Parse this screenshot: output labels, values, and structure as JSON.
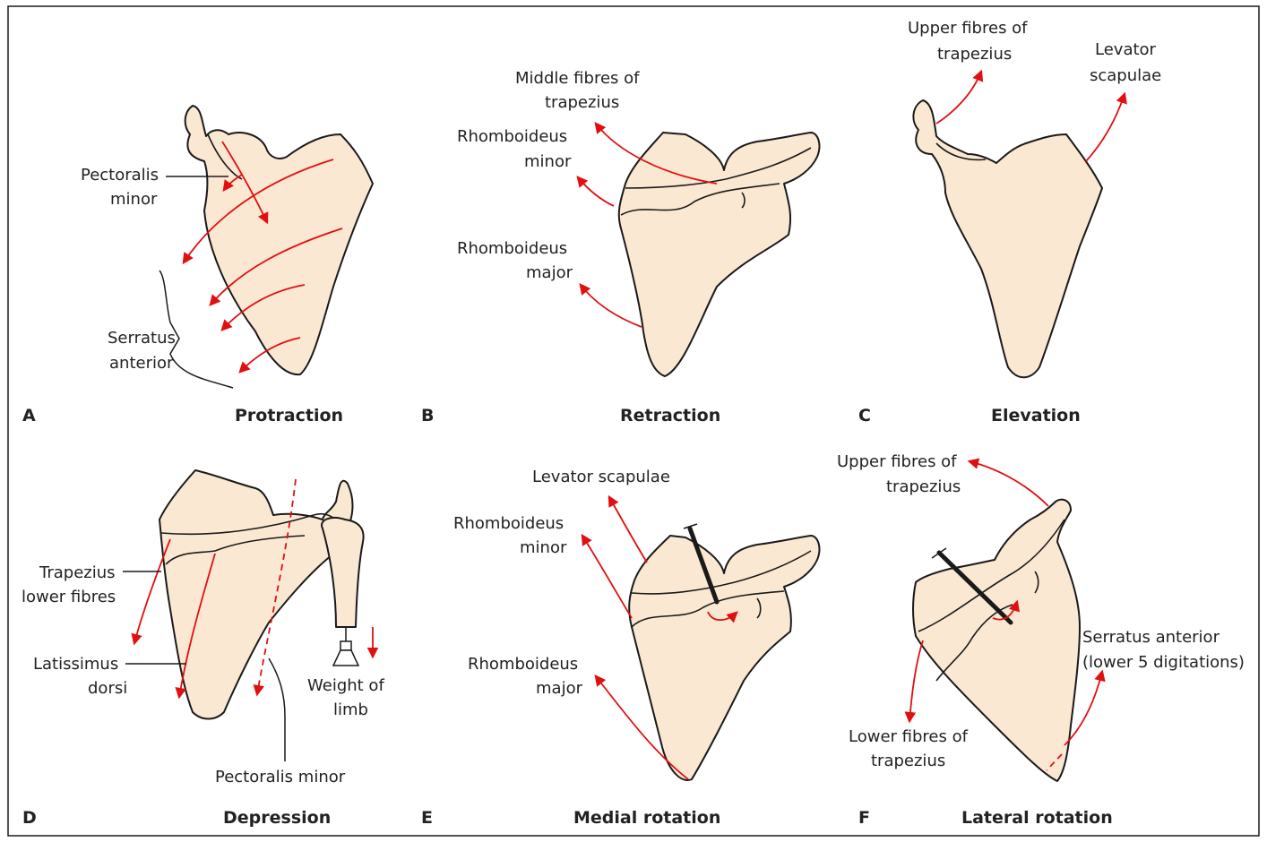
{
  "colors": {
    "bone": "#fbe8d3",
    "arrow": "#e01010",
    "frame": "#1a1a1a"
  },
  "panels": {
    "A": {
      "letter": "A",
      "caption": "Protraction",
      "labels": {
        "pectoralis_1": "Pectoralis",
        "pectoralis_2": "minor",
        "serratus_1": "Serratus",
        "serratus_2": "anterior"
      }
    },
    "B": {
      "letter": "B",
      "caption": "Retraction",
      "labels": {
        "trap_1": "Middle fibres of",
        "trap_2": "trapezius",
        "rmin_1": "Rhomboideus",
        "rmin_2": "minor",
        "rmaj_1": "Rhomboideus",
        "rmaj_2": "major"
      }
    },
    "C": {
      "letter": "C",
      "caption": "Elevation",
      "labels": {
        "trap_1": "Upper fibres of",
        "trap_2": "trapezius",
        "lev_1": "Levator",
        "lev_2": "scapulae"
      }
    },
    "D": {
      "letter": "D",
      "caption": "Depression",
      "labels": {
        "trap_1": "Trapezius",
        "trap_2": "lower fibres",
        "lat_1": "Latissimus",
        "lat_2": "dorsi",
        "weight_1": "Weight of",
        "weight_2": "limb",
        "pec": "Pectoralis minor"
      }
    },
    "E": {
      "letter": "E",
      "caption": "Medial rotation",
      "labels": {
        "lev": "Levator scapulae",
        "rmin_1": "Rhomboideus",
        "rmin_2": "minor",
        "rmaj_1": "Rhomboideus",
        "rmaj_2": "major"
      }
    },
    "F": {
      "letter": "F",
      "caption": "Lateral rotation",
      "labels": {
        "trap_up_1": "Upper fibres of",
        "trap_up_2": "trapezius",
        "serr_1": "Serratus anterior",
        "serr_2": "(lower 5 digitations)",
        "trap_low_1": "Lower fibres of",
        "trap_low_2": "trapezius"
      }
    }
  }
}
